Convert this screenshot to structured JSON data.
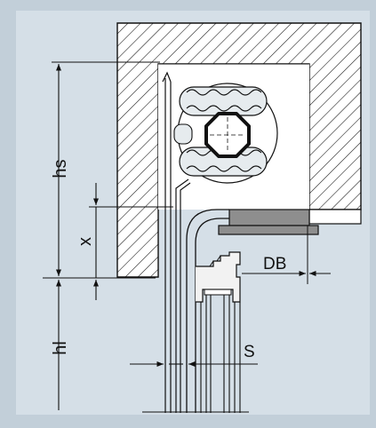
{
  "diagram": {
    "colors": {
      "background": "#c2cfd9",
      "panel": "#d5dfe7",
      "line": "#111111",
      "sill": "#8e8e8e",
      "white": "#ffffff"
    },
    "labels": {
      "hs": "hs",
      "x": "x",
      "hl": "hl",
      "db": "DB",
      "s": "S"
    }
  }
}
